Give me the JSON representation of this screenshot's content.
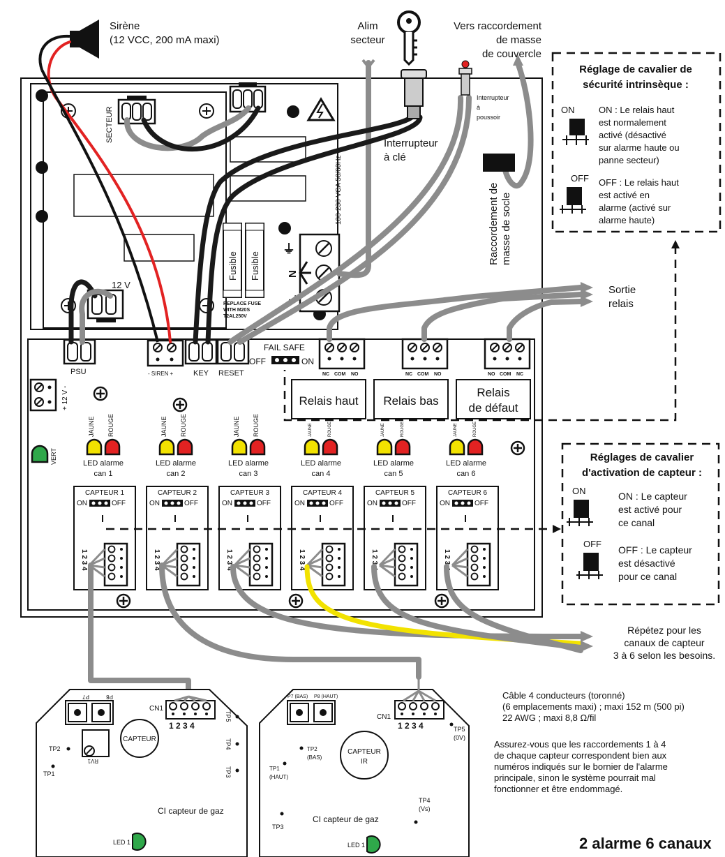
{
  "siren": {
    "title": "Sirène",
    "spec": "(12 VCC, 200 mA maxi)"
  },
  "mains": {
    "line1": "Alim",
    "line2": "secteur"
  },
  "lid": {
    "line1": "Vers raccordement",
    "line2": "de masse",
    "line3": "de couvercle"
  },
  "pushbutton": {
    "line1": "Interrupteur",
    "line2": "à",
    "line3": "poussoir"
  },
  "keyswitch": {
    "line1": "Interrupteur",
    "line2": "à clé"
  },
  "psu": {
    "secteur": "SECTEUR",
    "twelve_v": "12 V",
    "voltage": "100-230 VCA   50/60Hz",
    "fuse1": "Fusible",
    "fuse2": "Fusible",
    "replace1": "REPLACE FUSE",
    "replace2": "WITH M20S",
    "replace3": "T2AL250V",
    "t_ground": "⏚",
    "t_n": "N",
    "t_l": "L"
  },
  "base_ground": {
    "line1": "Raccordement de",
    "line2": "masse de socle"
  },
  "relay_out": {
    "line1": "Sortie",
    "line2": "relais"
  },
  "failsafe_box": {
    "title1": "Réglage de cavalier de",
    "title2": "sécurité intrinsèque :",
    "on_tag": "ON",
    "on1": "ON : Le relais haut",
    "on2": "est normalement",
    "on3": "activé (désactivé",
    "on4": "sur alarme haute ou",
    "on5": "panne secteur)",
    "off_tag": "OFF",
    "off1": "OFF : Le relais haut",
    "off2": "est activé en",
    "off3": "alarme (activé sur",
    "off4": "alarme haute)"
  },
  "board": {
    "psu": "PSU",
    "siren": "-  SIREN  +",
    "key": "KEY",
    "reset": "RESET",
    "fail": "FAIL  SAFE",
    "off": "OFF",
    "on": "ON",
    "plus12": "+ 12 V -",
    "vert": "VERT",
    "nc": "NC",
    "com": "COM",
    "no": "NO"
  },
  "relays": [
    {
      "line1": "Relais haut",
      "line2": ""
    },
    {
      "line1": "Relais bas",
      "line2": ""
    },
    {
      "line1": "Relais",
      "line2": "de défaut"
    }
  ],
  "channels": [
    {
      "led": "LED alarme",
      "can": "can 1",
      "capteur": "CAPTEUR 1"
    },
    {
      "led": "LED alarme",
      "can": "can 2",
      "capteur": "CAPTEUR 2"
    },
    {
      "led": "LED alarme",
      "can": "can 3",
      "capteur": "CAPTEUR 3"
    },
    {
      "led": "LED alarme",
      "can": "can 4",
      "capteur": "CAPTEUR 4"
    },
    {
      "led": "LED alarme",
      "can": "can 5",
      "capteur": "CAPTEUR 5"
    },
    {
      "led": "LED alarme",
      "can": "can 6",
      "capteur": "CAPTEUR 6"
    }
  ],
  "led_labels": {
    "jaune": "JAUNE",
    "rouge": "ROUGE"
  },
  "jumper": {
    "on": "ON",
    "off": "OFF",
    "pins": "1 2 3 4"
  },
  "sensor_box": {
    "title1": "Réglages de cavalier",
    "title2": "d'activation de capteur :",
    "on_tag": "ON",
    "on1": "ON : Le capteur",
    "on2": "est activé pour",
    "on3": "ce canal",
    "off_tag": "OFF",
    "off1": "OFF : Le capteur",
    "off2": "est désactivé",
    "off3": "pour ce canal"
  },
  "repeat": {
    "line1": "Répétez pour les",
    "line2": "canaux de capteur",
    "line3": "3 à 6 selon les besoins."
  },
  "cable": {
    "line1": "Câble 4 conducteurs (toronné)",
    "line2": "(6 emplacements maxi) ; maxi 152 m (500 pi)",
    "line3": "22 AWG ; maxi 8,8 Ω/fil"
  },
  "warning": {
    "line1": "Assurez-vous que les raccordements 1 à 4",
    "line2": "de chaque capteur correspondent bien aux",
    "line3": "numéros indiqués sur le bornier de l'alarme",
    "line4": "principale, sinon le système pourrait mal",
    "line5": "fonctionner et être endommagé."
  },
  "gas_board": {
    "p7": "P7",
    "p8": "P8",
    "cn1": "CN1",
    "pins": "1 2 3 4",
    "capteur": "CAPTEUR",
    "tp1": "TP1",
    "tp2": "TP2",
    "tp3": "TP3",
    "tp4": "TP4",
    "tp5": "TP5",
    "rv1": "RV1",
    "name": "CI capteur de gaz",
    "led": "LED 1"
  },
  "ir_board": {
    "p7": "P7 (BAS)",
    "p8": "P8 (HAUT)",
    "cn1": "CN1",
    "pins": "1 2 3 4",
    "capteur1": "CAPTEUR",
    "capteur2": "IR",
    "tp1": "TP1",
    "tp1b": "(HAUT)",
    "tp2": "TP2",
    "tp2b": "(BAS)",
    "tp3": "TP3",
    "tp4": "TP4",
    "tp4b": "(Vs)",
    "tp5": "TP5",
    "tp5b": "(0V)",
    "name": "CI capteur de gaz",
    "led": "LED 1"
  },
  "footer": {
    "title": "2 alarme 6 canaux"
  },
  "colors": {
    "yellow": "#f2e200",
    "red": "#e22222",
    "green": "#2fa84a",
    "wire_grey": "#8c8c8c"
  }
}
